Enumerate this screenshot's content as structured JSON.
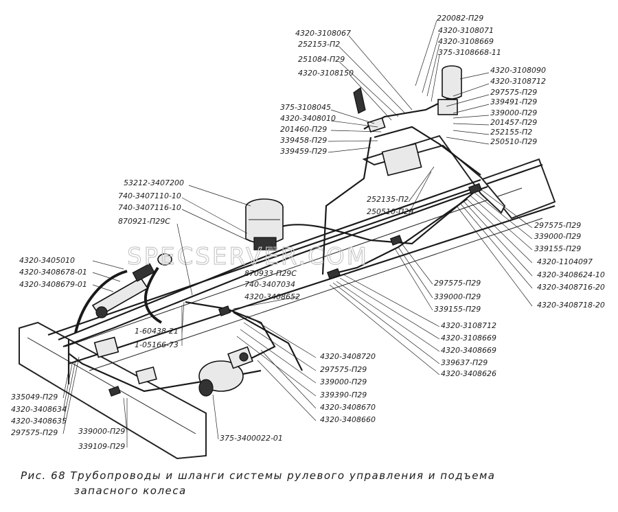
{
  "watermark": "SPECSERVER.COM",
  "caption": {
    "line1": "Рис. 68 Трубопроводы и шланги системы рулевого управления и подъема",
    "line2": "запасного колеса"
  },
  "labels": {
    "l01": "220082-П29",
    "l02": "4320-3108067",
    "l03": "4320-3108071",
    "l04": "252153-П2",
    "l05": "4320-3108669",
    "l06": "251084-П29",
    "l07": "375-3108668-11",
    "l08": "4320-3108150",
    "l09": "4320-3108090",
    "l10": "4320-3108712",
    "l11": "297575-П29",
    "l12": "375-3108045",
    "l13": "339491-П29",
    "l14": "4320-3408010",
    "l15": "339000-П29",
    "l16": "201460-П29",
    "l17": "201457-П29",
    "l18": "252155-П2",
    "l19": "339458-П29",
    "l20": "250510-П29",
    "l21": "339459-П29",
    "l22": "53212-3407200",
    "l23": "252135-П2",
    "l24": "740-3407110-10",
    "l25": "250510-П29",
    "l26": "740-3407116-10",
    "l27": "870921-П29С",
    "l28": "297575-П29",
    "l29": "339000-П29",
    "l30": "339155-П29",
    "l31": "4320-1104097",
    "l32": "4320-3405010",
    "l33": "4320-3408624-10",
    "l34": "4320-3408678-01",
    "l35": "4320-3408716-20",
    "l36": "4320-3408679-01",
    "l37": "4320-3408718-20",
    "l38": "870933-П29С",
    "l39": "740-3407034",
    "l40": "4320-3408652",
    "l41": "297575-П29",
    "l42": "339000-П29",
    "l43": "339155-П29",
    "l44": "1-60438-21",
    "l45": "1-05166-73",
    "l46": "4320-3108712",
    "l47": "4320-3108669",
    "l48": "4320-3408669",
    "l49": "339637-П29",
    "l50": "4320-3408626",
    "l51": "4320-3408720",
    "l52": "297575-П29",
    "l53": "339000-П29",
    "l54": "339390-П29",
    "l55": "4320-3408670",
    "l56": "4320-3408660",
    "l57": "335049-П29",
    "l58": "4320-3408634",
    "l59": "4320-3408635",
    "l60": "297575-П29",
    "l61": "339000-П29",
    "l62": "339109-П29",
    "l63": "375-3400022-01"
  }
}
